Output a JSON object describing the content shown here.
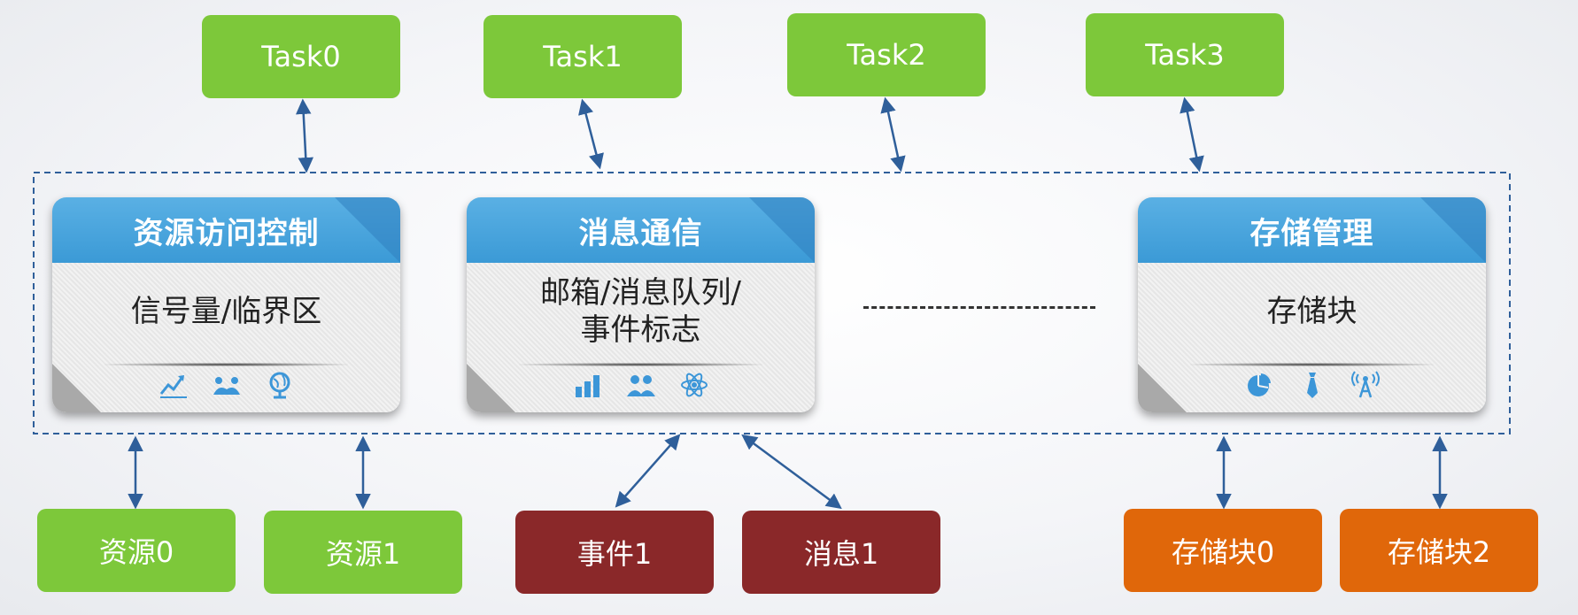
{
  "tasks": [
    "Task0",
    "Task1",
    "Task2",
    "Task3"
  ],
  "panels": [
    {
      "title": "资源访问控制",
      "body": "信号量/临界区",
      "icons": [
        "line-chart-icon",
        "handshake-icon",
        "globe-icon"
      ]
    },
    {
      "title": "消息通信",
      "body": "邮箱/消息队列/\n事件标志",
      "icons": [
        "bar-chart-icon",
        "people-icon",
        "atom-icon"
      ]
    },
    {
      "title": "存储管理",
      "body": "存储块",
      "icons": [
        "pie-chart-icon",
        "tie-icon",
        "antenna-icon"
      ]
    }
  ],
  "resources": [
    "资源0",
    "资源1"
  ],
  "events": [
    "事件1"
  ],
  "messages": [
    "消息1"
  ],
  "storage_blocks": [
    "存储块0",
    "存储块2"
  ],
  "colors": {
    "task": "#7dc83a",
    "resource": "#7dc83a",
    "event": "#8a2829",
    "message": "#8a2829",
    "storage_block": "#e0670a",
    "panel_header": "#3b9ad6",
    "connector": "#2f5f9a"
  }
}
